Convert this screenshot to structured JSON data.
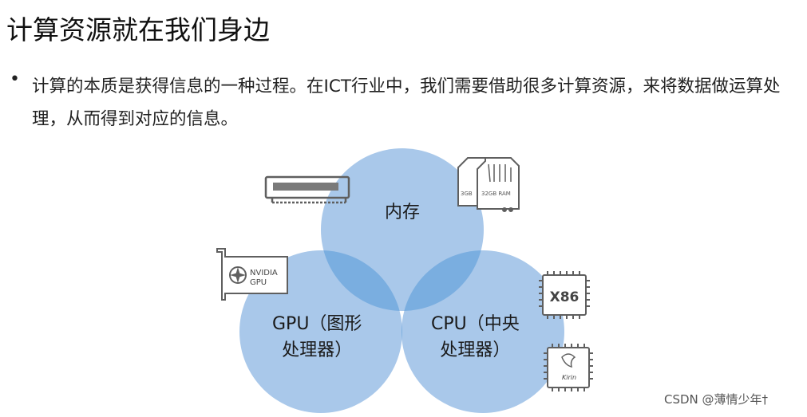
{
  "title": "计算资源就在我们身边",
  "bullet_symbol": "•",
  "body_text": "计算的本质是获得信息的一种过程。在ICT行业中，我们需要借助很多计算资源，来将数据做运算处理，从而得到对应的信息。",
  "diagram": {
    "memory_label": "内存",
    "gpu_label_line1": "GPU（图形",
    "gpu_label_line2": "处理器）",
    "cpu_label_line1": "CPU（中央",
    "cpu_label_line2": "处理器）"
  },
  "icons": {
    "ram_stick": "ram-stick-icon",
    "sd_card": "sd-card-icon",
    "sd_small_label": "3GB",
    "sd_large_label": "32GB RAM",
    "gpu_card": "gpu-card-icon",
    "gpu_card_text_line1": "NVIDIA",
    "gpu_card_text_line2": "GPU",
    "x86_chip": "x86-chip-icon",
    "x86_chip_text": "X86",
    "kirin_chip": "kirin-chip-icon",
    "kirin_chip_text": "Kirin"
  },
  "colors": {
    "circle_fill": "#a9c8ea",
    "overlap_fill": "#7aaee0",
    "center_fill": "#6a9fd8",
    "icon_stroke": "#5f5f5f"
  },
  "watermark": "CSDN @薄情少年†"
}
